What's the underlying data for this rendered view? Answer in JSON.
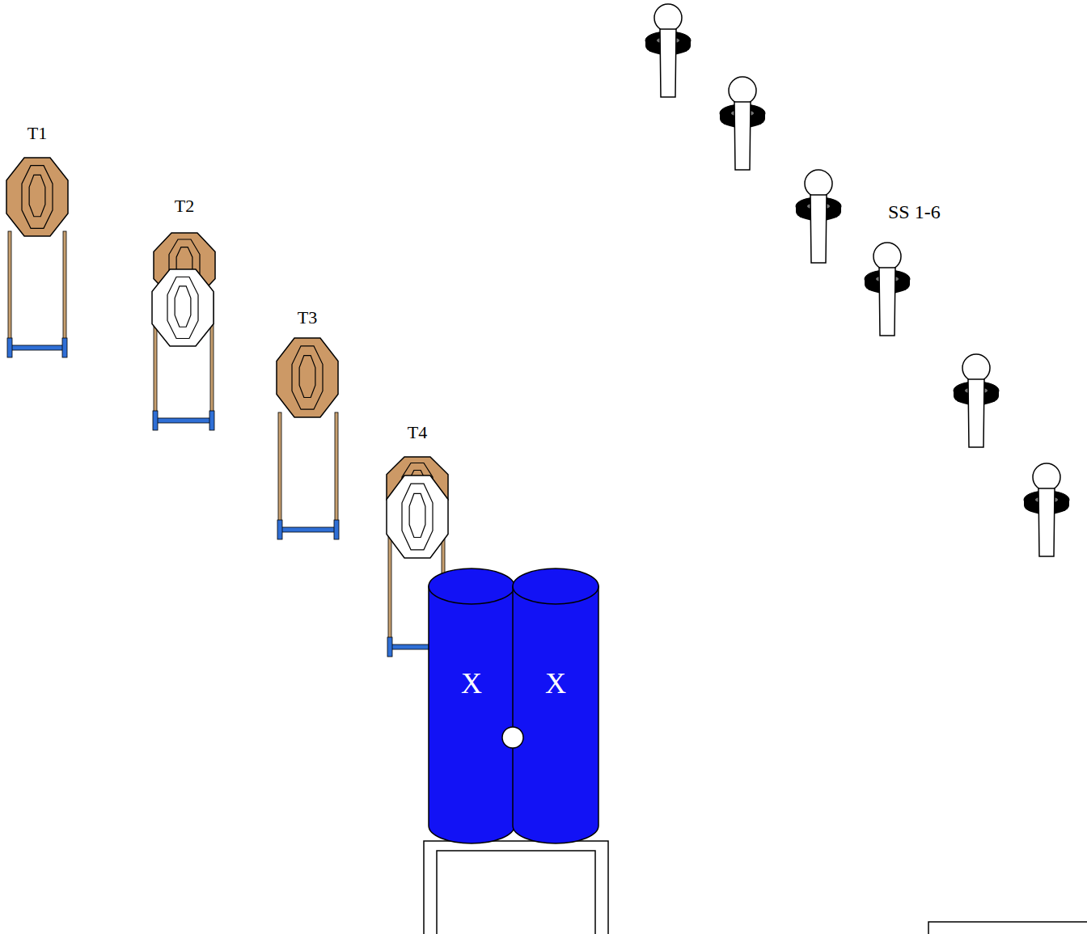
{
  "diagram": {
    "nodes": [
      {
        "text": [
          "T1"
        ]
      },
      {
        "text": [
          "T2"
        ]
      },
      {
        "text": [
          "T3"
        ]
      },
      {
        "text": [
          "T4"
        ]
      },
      {
        "text": [
          "X"
        ]
      },
      {
        "text": [
          "X"
        ]
      }
    ],
    "labels": [
      "SS 1-6"
    ]
  }
}
